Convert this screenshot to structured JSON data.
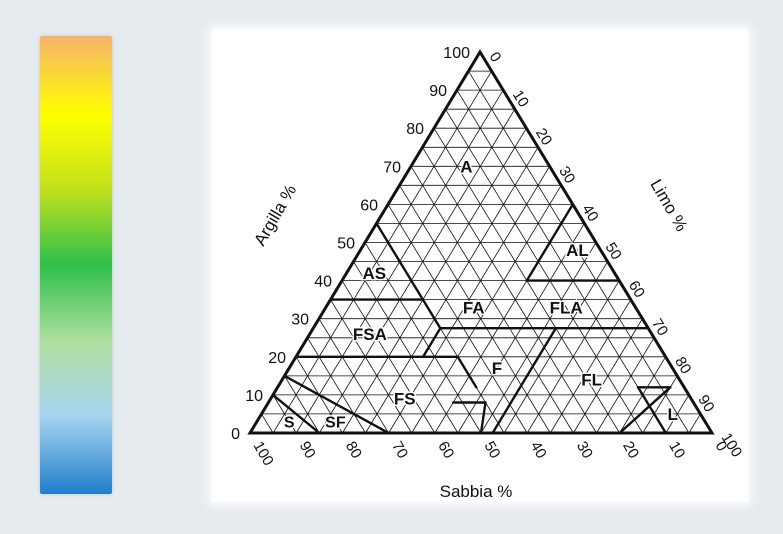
{
  "legend": {
    "gradient_colors": [
      "#f6b26b",
      "#ffff00",
      "#c4e21a",
      "#2ec04a",
      "#b0e0a0",
      "#a6d4f0",
      "#1f7ecc"
    ]
  },
  "diagram": {
    "axes": {
      "left_label": "Argilla %",
      "right_label": "Limo %",
      "bottom_label": "Sabbia %"
    },
    "left_ticks": [
      "0",
      "10",
      "20",
      "30",
      "40",
      "50",
      "60",
      "70",
      "80",
      "90",
      "100"
    ],
    "right_ticks": [
      "0",
      "10",
      "20",
      "30",
      "40",
      "50",
      "60",
      "70",
      "80",
      "90",
      "100"
    ],
    "bottom_ticks": [
      "100",
      "90",
      "80",
      "70",
      "60",
      "50",
      "40",
      "30",
      "20",
      "10",
      "0"
    ],
    "regions": [
      {
        "id": "A",
        "label": "A"
      },
      {
        "id": "AL",
        "label": "AL"
      },
      {
        "id": "AS",
        "label": "AS"
      },
      {
        "id": "FA",
        "label": "FA"
      },
      {
        "id": "FLA",
        "label": "FLA"
      },
      {
        "id": "FSA",
        "label": "FSA"
      },
      {
        "id": "F",
        "label": "F"
      },
      {
        "id": "FL",
        "label": "FL"
      },
      {
        "id": "FS",
        "label": "FS"
      },
      {
        "id": "L",
        "label": "L"
      },
      {
        "id": "S",
        "label": "S"
      },
      {
        "id": "SF",
        "label": "SF"
      }
    ],
    "colors": {
      "line": "#111111",
      "panel": "#ffffff"
    }
  }
}
